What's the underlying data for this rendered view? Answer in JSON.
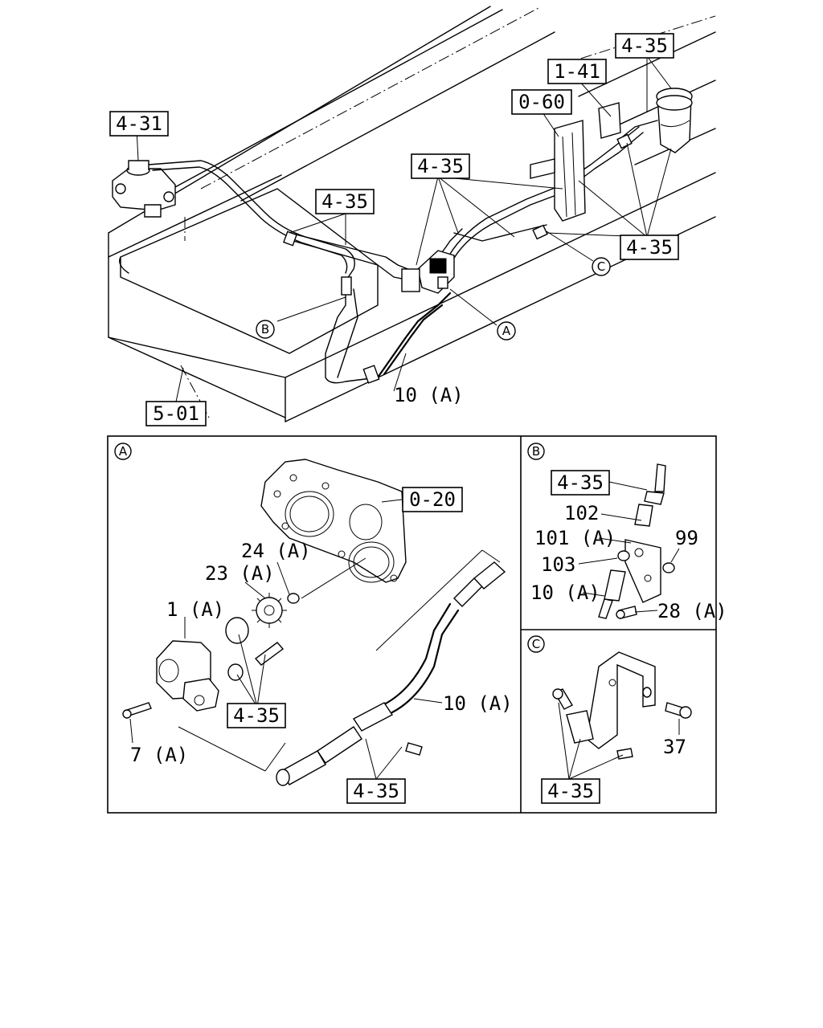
{
  "callouts": {
    "ref_4_31": "4-31",
    "ref_1_41": "1-41",
    "ref_4_35_reservoir": "4-35",
    "ref_0_60": "0-60",
    "ref_4_35_center": "4-35",
    "ref_4_35_left": "4-35",
    "ref_4_35_right": "4-35",
    "circle_b_top": "B",
    "circle_a_top": "A",
    "circle_c_top": "C",
    "part_10a_top": "10 (A)",
    "ref_5_01": "5-01"
  },
  "detail_a": {
    "title": "A",
    "ref_0_20": "0-20",
    "part_24a": "24 (A)",
    "part_23a": "23 (A)",
    "part_1a": "1 (A)",
    "ref_4_35_left": "4-35",
    "part_7a": "7 (A)",
    "part_10a": "10 (A)",
    "ref_4_35_bottom": "4-35"
  },
  "detail_b": {
    "title": "B",
    "ref_4_35": "4-35",
    "part_102": "102",
    "part_101a": "101 (A)",
    "part_99": "99",
    "part_103": "103",
    "part_10a": "10 (A)",
    "part_28a": "28 (A)"
  },
  "detail_c": {
    "title": "C",
    "part_37": "37",
    "ref_4_35": "4-35"
  }
}
